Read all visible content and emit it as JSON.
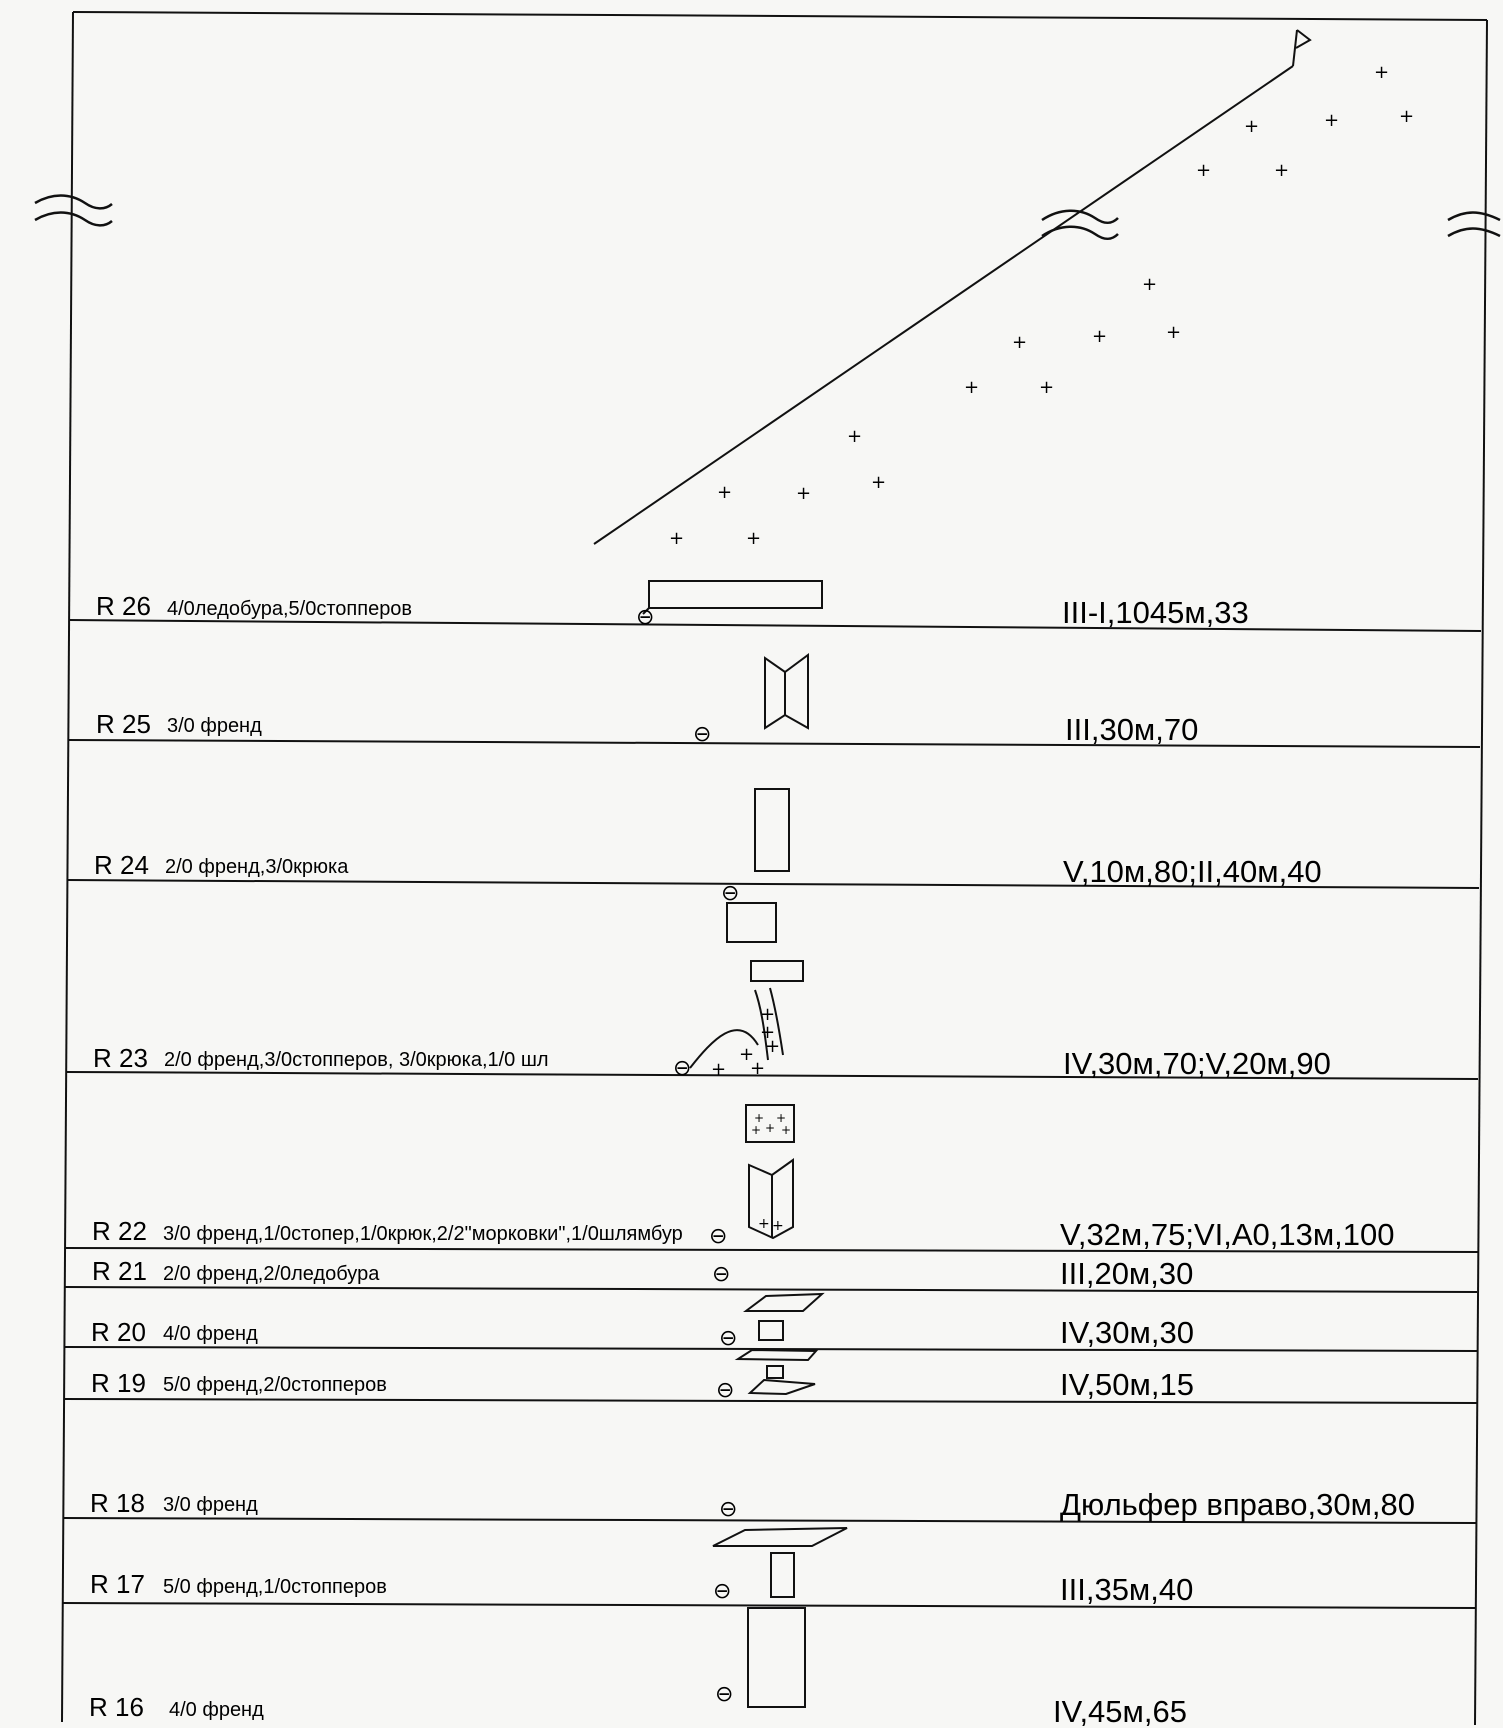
{
  "pitches": [
    {
      "id": "R 26",
      "equipment": "4/0ледобура,5/0стопперов",
      "grade": "III-I,1045м,33"
    },
    {
      "id": "R 25",
      "equipment": "3/0 френд",
      "grade": "III,30м,70"
    },
    {
      "id": "R 24",
      "equipment": "2/0 френд,3/0крюка",
      "grade": "V,10м,80;II,40м,40"
    },
    {
      "id": "R 23",
      "equipment": "2/0 френд,3/0стопперов, 3/0крюка,1/0 шл",
      "grade": "IV,30м,70;V,20м,90"
    },
    {
      "id": "R 22",
      "equipment": "3/0 френд,1/0стопер,1/0крюк,2/2\"морковки\",1/0шлямбур",
      "grade": "V,32м,75;VI,A0,13м,100"
    },
    {
      "id": "R 21",
      "equipment": "2/0 френд,2/0ледобура",
      "grade": "III,20м,30"
    },
    {
      "id": "R 20",
      "equipment": "4/0 френд",
      "grade": "IV,30м,30"
    },
    {
      "id": "R 19",
      "equipment": "5/0 френд,2/0стопперов",
      "grade": "IV,50м,15"
    },
    {
      "id": "R 18",
      "equipment": "3/0 френд",
      "grade": "Дюльфер вправо,30м,80"
    },
    {
      "id": "R 17",
      "equipment": "5/0 френд,1/0стопперов",
      "grade": "III,35м,40"
    },
    {
      "id": "R 16",
      "equipment": "4/0 френд",
      "grade": "IV,45м,65"
    }
  ],
  "symbols": {
    "belay_station": "⊖",
    "cross": "+"
  }
}
